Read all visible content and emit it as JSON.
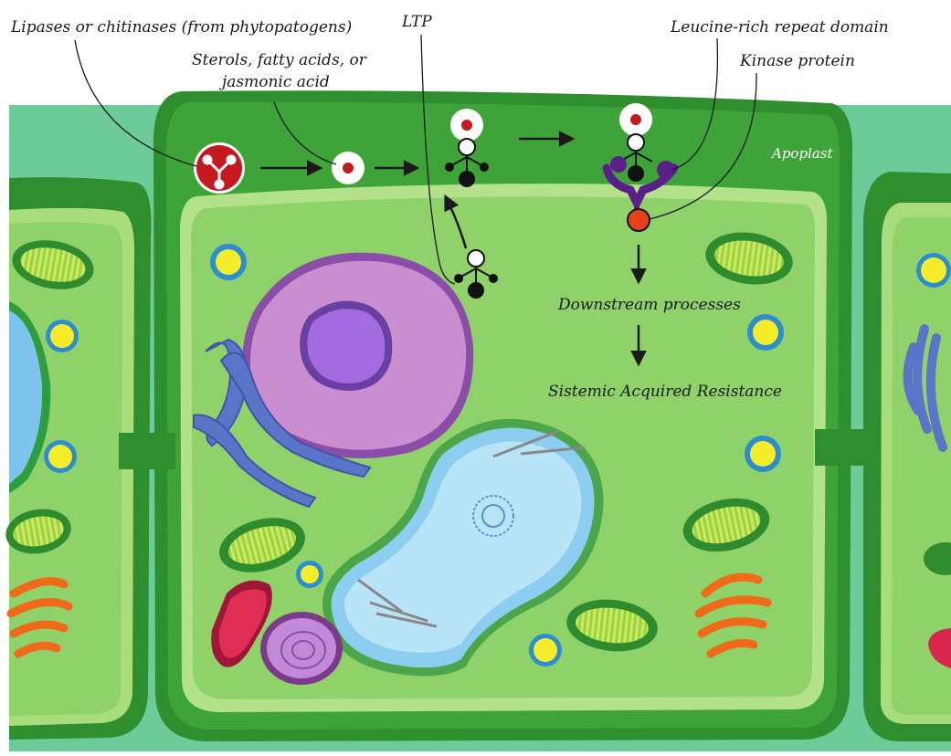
{
  "labels": {
    "lipases": "Lipases or chitinases (from phytopatogens)",
    "ltp": "LTP",
    "lrr": "Leucine-rich repeat domain",
    "sterols_1": "Sterols, fatty acids, or",
    "sterols_2": "jasmonic acid",
    "kinase": "Kinase protein",
    "apoplast": "Apoplast",
    "downstream": "Downstream processes",
    "sar": "Sistemic Acquired Resistance"
  },
  "colors": {
    "background_green": "#6dcb9a",
    "cell_wall": "#2f8f2f",
    "cytoplasm": "#8fd26a",
    "nucleus": "#c47fc8",
    "vacuole": "#a8dcf5",
    "pathogen_enzyme": "#c4191f",
    "receptor_purple": "#5b1f8a",
    "kinase_orange": "#e8401c",
    "golgi_blue": "#5a74c8",
    "mitochondria_orange": "#f06a1a",
    "chloroplast": "#4fa828"
  }
}
